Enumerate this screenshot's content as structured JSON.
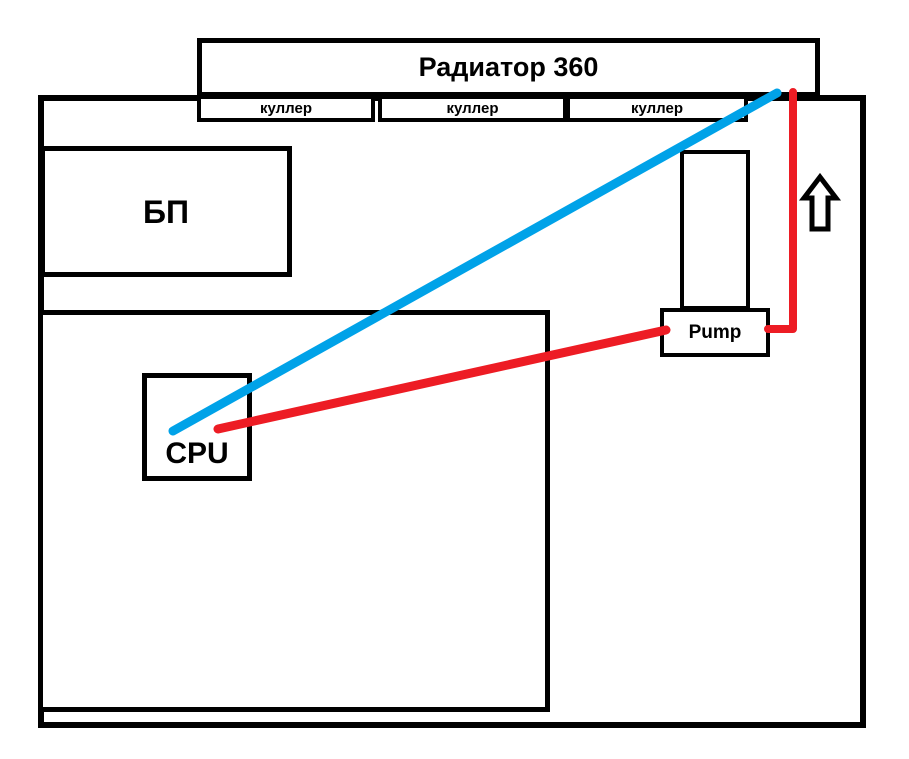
{
  "radiator": {
    "label": "Радиатор 360"
  },
  "coolers": [
    "куллер",
    "куллер",
    "куллер"
  ],
  "psu": {
    "label": "БП"
  },
  "cpu": {
    "label": "CPU"
  },
  "pump": {
    "label": "Pump"
  },
  "colors": {
    "outline": "#000000",
    "cold_line": "#00A2E8",
    "hot_line": "#ED1C24",
    "background": "#FFFFFF"
  }
}
